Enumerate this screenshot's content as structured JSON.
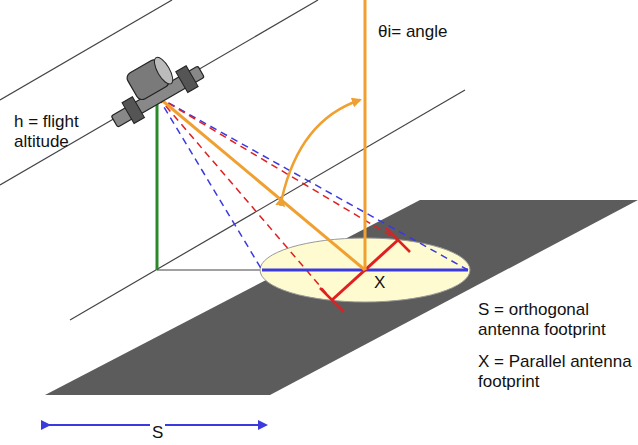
{
  "diagram": {
    "labels": [
      "h = flight altitude",
      "θi= angle",
      "X",
      "S = orthogonal antenna footprint",
      "X = Parallel antenna footprint",
      "S"
    ]
  }
}
